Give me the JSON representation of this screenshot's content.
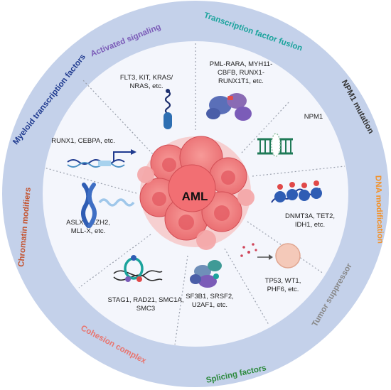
{
  "center": {
    "label": "AML"
  },
  "colors": {
    "outer_ring": "#c4d1ea",
    "inner_disk": "#f4f6fc",
    "divider": "#9aa0ad",
    "cell_fill": "#f07a7c",
    "cell_stroke": "#d24e55"
  },
  "categories": [
    {
      "key": "activated_signaling",
      "label": "Activated signaling",
      "color": "#7b5cb8",
      "genes": [
        "FLT3, KIT, KRAS/",
        "NRAS, etc."
      ],
      "icon": "receptor-icon"
    },
    {
      "key": "transcription_factor_fusion",
      "label": "Transcription factor fusion",
      "color": "#1ba39c",
      "genes": [
        "PML-RARA, MYH11-",
        "CBFB, RUNX1-",
        "RUNX1T1, etc."
      ],
      "icon": "fusion-protein-icon"
    },
    {
      "key": "npm1_mutation",
      "label": "NPM1 mutation",
      "color": "#333333",
      "genes": [
        "NPM1"
      ],
      "icon": "dna-ladder-icon"
    },
    {
      "key": "dna_modification",
      "label": "DNA modification",
      "color": "#f2922b",
      "genes": [
        "DNMT3A, TET2,",
        "IDH1, etc."
      ],
      "icon": "methylated-nucleosome-icon"
    },
    {
      "key": "tumor_suppressor",
      "label": "Tumor suppressor",
      "color": "#888888",
      "genes": [
        "TP53, WT1,",
        "PHF6, etc."
      ],
      "icon": "tumor-cell-icon"
    },
    {
      "key": "splicing_factors",
      "label": "Splicing factors",
      "color": "#2d8a3e",
      "genes": [
        "SF3B1, SRSF2,",
        "U2AF1, etc."
      ],
      "icon": "spliceosome-icon"
    },
    {
      "key": "cohesion_complex",
      "label": "Cohesion complex",
      "color": "#e8756f",
      "genes": [
        "STAG1, RAD21, SMC1A,",
        "SMC3"
      ],
      "icon": "cohesin-ring-icon"
    },
    {
      "key": "chromatin_modifiers",
      "label": "Chromatin modifiers",
      "color": "#c4532f",
      "genes": [
        "ASLX1, EZH2,",
        "MLL-X, etc."
      ],
      "icon": "chromosome-icon"
    },
    {
      "key": "myeloid_transcription_factors",
      "label": "Myeloid transcription factors",
      "color": "#1f3a8f",
      "genes": [
        "RUNX1, CEBPA, etc."
      ],
      "icon": "promoter-arrow-icon"
    }
  ]
}
